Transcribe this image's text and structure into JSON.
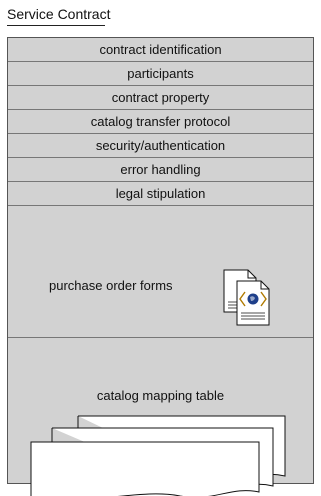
{
  "title": "Service Contract",
  "sections": [
    {
      "label": "contract identification"
    },
    {
      "label": "participants"
    },
    {
      "label": "contract property"
    },
    {
      "label": "catalog transfer protocol"
    },
    {
      "label": "security/authentication"
    },
    {
      "label": "error handling"
    },
    {
      "label": "legal stipulation"
    }
  ],
  "purchase_order": {
    "label": "purchase order forms",
    "icon": "document-stack-icon"
  },
  "catalog_mapping": {
    "label": "catalog mapping table",
    "icon": "paper-stack-icon"
  },
  "colors": {
    "panel": "#d2d2d2",
    "border": "#555555",
    "icon_accent": "#b07a00",
    "icon_globe": "#1e3f8a"
  }
}
